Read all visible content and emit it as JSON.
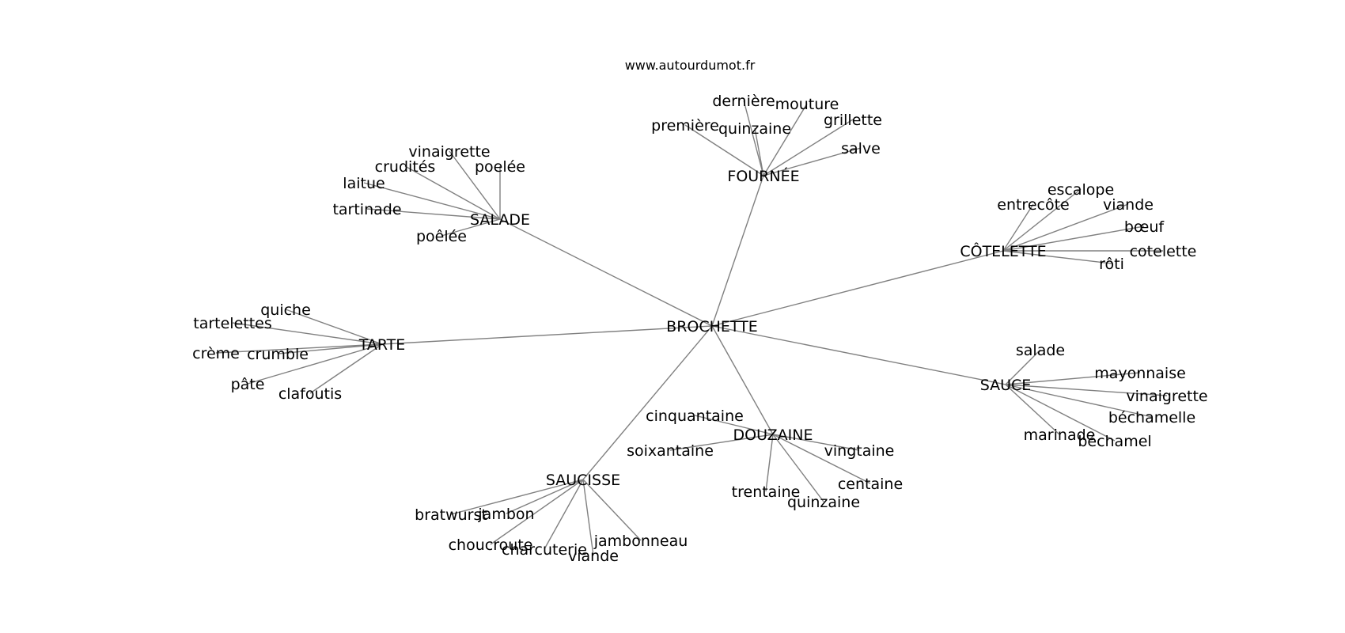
{
  "source_text": "www.autourdumot.fr",
  "root": "BROCHETTE",
  "groups": [
    {
      "hub": "FOURNÉE",
      "words": [
        "dernière",
        "mouture",
        "première",
        "quinzaine",
        "grillette",
        "salve"
      ]
    },
    {
      "hub": "SALADE",
      "words": [
        "vinaigrette",
        "crudités",
        "poelée",
        "laitue",
        "tartinade",
        "poêlée"
      ]
    },
    {
      "hub": "CÔTELETTE",
      "words": [
        "escalope",
        "entrecôte",
        "viande",
        "bœuf",
        "cotelette",
        "rôti"
      ]
    },
    {
      "hub": "TARTE",
      "words": [
        "quiche",
        "tartelettes",
        "crème",
        "crumble",
        "pâte",
        "clafoutis"
      ]
    },
    {
      "hub": "SAUCE",
      "words": [
        "salade",
        "mayonnaise",
        "vinaigrette",
        "béchamelle",
        "marinade",
        "béchamel"
      ]
    },
    {
      "hub": "DOUZAINE",
      "words": [
        "cinquantaine",
        "soixantaine",
        "vingtaine",
        "centaine",
        "trentaine",
        "quinzaine"
      ]
    },
    {
      "hub": "SAUCISSE",
      "words": [
        "bratwurst",
        "jambon",
        "choucroute",
        "charcuterie",
        "viande",
        "jambonneau"
      ]
    }
  ]
}
